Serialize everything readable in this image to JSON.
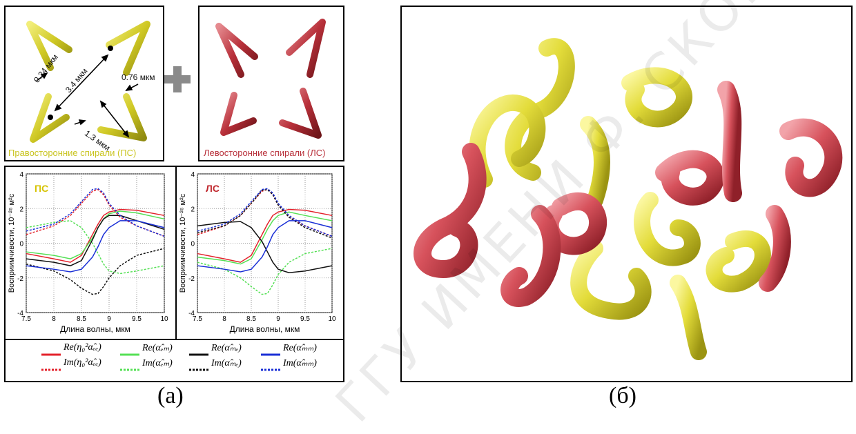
{
  "panel_a": {
    "right_helix_caption": "Правосторонние спирали (ПС)",
    "left_helix_caption": "Левосторонние спирали (ЛС)",
    "dimensions": {
      "d1": "0.24 мкм",
      "d2": "3.4 мкм",
      "d3": "0.76 мкм",
      "d4": "1.3 мкм"
    },
    "helix_colors": {
      "right": "#c9c41f",
      "left": "#b8303a"
    },
    "plus_color": "#8a8a8a"
  },
  "labels": {
    "a": "(а)",
    "b": "(б)"
  },
  "watermark": "ГГУ ИМЕНИ Ф. СКОРИНЫ",
  "legend": {
    "items": [
      {
        "name": "Re(η₀²α̂ₑₑ)",
        "color": "#e3212b",
        "style": "solid"
      },
      {
        "name": "Im(η₀²α̂ₑₑ)",
        "color": "#e3212b",
        "style": "dashed"
      },
      {
        "name": "Re(α̂ₑₘ)",
        "color": "#55e055",
        "style": "solid"
      },
      {
        "name": "Im(α̂ₑₘ)",
        "color": "#55e055",
        "style": "dashed"
      },
      {
        "name": "Re(α̂ₘₑ)",
        "color": "#111111",
        "style": "solid"
      },
      {
        "name": "Im(α̂ₘₑ)",
        "color": "#111111",
        "style": "dashed"
      },
      {
        "name": "Re(α̂ₘₘ)",
        "color": "#1a2fd6",
        "style": "solid"
      },
      {
        "name": "Im(α̂ₘₘ)",
        "color": "#1a2fd6",
        "style": "dashed"
      }
    ]
  },
  "chart_data": [
    {
      "type": "line",
      "tag": "ПС",
      "tag_color": "#d6c300",
      "xlabel": "Длина волны, мкм",
      "ylabel": "Восприимчивости, 10⁻²⁶ м²с",
      "xlim": [
        7.5,
        10
      ],
      "ylim": [
        -4,
        4
      ],
      "xticks": [
        "7.5",
        "8",
        "8.5",
        "9",
        "9.5",
        "10"
      ],
      "yticks": [
        "-4",
        "-2",
        "0",
        "2",
        "4"
      ],
      "grid": "dotted",
      "x": [
        7.5,
        8.0,
        8.3,
        8.5,
        8.7,
        8.8,
        8.9,
        9.0,
        9.2,
        9.5,
        10.0
      ],
      "series": [
        {
          "name": "Re(η₀²α̂ₑₑ)",
          "color": "#e3212b",
          "dash": false,
          "values": [
            -0.6,
            -0.9,
            -1.1,
            -0.7,
            0.5,
            1.1,
            1.6,
            1.8,
            1.95,
            1.9,
            1.6
          ]
        },
        {
          "name": "Im(η₀²α̂ₑₑ)",
          "color": "#e3212b",
          "dash": true,
          "values": [
            0.5,
            1.0,
            1.6,
            2.3,
            3.0,
            3.1,
            2.8,
            2.2,
            1.5,
            1.0,
            0.4
          ]
        },
        {
          "name": "Re(α̂ₑₘ)",
          "color": "#55e055",
          "dash": false,
          "values": [
            -0.5,
            -0.7,
            -0.9,
            -0.6,
            0.3,
            0.9,
            1.4,
            1.7,
            1.85,
            1.75,
            1.4
          ]
        },
        {
          "name": "Im(α̂ₑₘ)",
          "color": "#55e055",
          "dash": true,
          "values": [
            0.9,
            1.2,
            1.3,
            0.9,
            0.0,
            -0.6,
            -1.2,
            -1.6,
            -1.75,
            -1.6,
            -1.3
          ]
        },
        {
          "name": "Re(α̂ₘₑ)",
          "color": "#111111",
          "dash": false,
          "values": [
            -0.9,
            -1.1,
            -1.3,
            -1.0,
            0.2,
            0.9,
            1.4,
            1.6,
            1.6,
            1.3,
            0.8
          ]
        },
        {
          "name": "Im(α̂ₘₑ)",
          "color": "#111111",
          "dash": true,
          "values": [
            -1.2,
            -1.6,
            -2.1,
            -2.6,
            -2.95,
            -2.9,
            -2.5,
            -2.0,
            -1.3,
            -0.7,
            -0.3
          ]
        },
        {
          "name": "Re(α̂ₘₘ)",
          "color": "#1a2fd6",
          "dash": false,
          "values": [
            -1.3,
            -1.5,
            -1.65,
            -1.5,
            -0.8,
            -0.2,
            0.5,
            0.9,
            1.3,
            1.3,
            0.9
          ]
        },
        {
          "name": "Im(α̂ₘₘ)",
          "color": "#1a2fd6",
          "dash": true,
          "values": [
            0.7,
            1.1,
            1.7,
            2.4,
            3.1,
            3.15,
            2.9,
            2.3,
            1.6,
            1.0,
            0.4
          ]
        }
      ]
    },
    {
      "type": "line",
      "tag": "ЛС",
      "tag_color": "#c0272d",
      "xlabel": "Длина волны, мкм",
      "ylabel": "Восприимчивости, 10⁻²⁶ м²с",
      "xlim": [
        7.5,
        10
      ],
      "ylim": [
        -4,
        4
      ],
      "xticks": [
        "7.5",
        "8",
        "8.5",
        "9",
        "9.5",
        "10"
      ],
      "yticks": [
        "-4",
        "-2",
        "0",
        "2",
        "4"
      ],
      "grid": "dotted",
      "x": [
        7.5,
        8.0,
        8.3,
        8.5,
        8.7,
        8.8,
        8.9,
        9.0,
        9.2,
        9.5,
        10.0
      ],
      "series": [
        {
          "name": "Re(η₀²α̂ₑₑ)",
          "color": "#e3212b",
          "dash": false,
          "values": [
            -0.6,
            -0.9,
            -1.1,
            -0.7,
            0.5,
            1.1,
            1.6,
            1.8,
            1.95,
            1.9,
            1.6
          ]
        },
        {
          "name": "Im(η₀²α̂ₑₑ)",
          "color": "#e3212b",
          "dash": true,
          "values": [
            0.5,
            1.0,
            1.6,
            2.3,
            3.0,
            3.1,
            2.8,
            2.2,
            1.5,
            1.0,
            0.4
          ]
        },
        {
          "name": "Re(α̂ₑₘ)",
          "color": "#55e055",
          "dash": false,
          "values": [
            -0.8,
            -1.0,
            -1.2,
            -0.9,
            0.2,
            0.8,
            1.3,
            1.6,
            1.8,
            1.6,
            1.3
          ]
        },
        {
          "name": "Im(α̂ₑₘ)",
          "color": "#55e055",
          "dash": true,
          "values": [
            -1.1,
            -1.5,
            -2.0,
            -2.5,
            -2.95,
            -2.9,
            -2.4,
            -1.8,
            -1.1,
            -0.6,
            -0.3
          ]
        },
        {
          "name": "Re(α̂ₘₑ)",
          "color": "#111111",
          "dash": false,
          "values": [
            1.0,
            1.2,
            1.25,
            0.9,
            0.1,
            -0.5,
            -1.1,
            -1.5,
            -1.7,
            -1.6,
            -1.3
          ]
        },
        {
          "name": "Im(α̂ₘₑ)",
          "color": "#111111",
          "dash": true,
          "values": [
            0.6,
            1.0,
            1.6,
            2.3,
            3.05,
            3.1,
            2.8,
            2.2,
            1.5,
            0.9,
            0.3
          ]
        },
        {
          "name": "Re(α̂ₘₘ)",
          "color": "#1a2fd6",
          "dash": false,
          "values": [
            -1.3,
            -1.5,
            -1.65,
            -1.5,
            -0.8,
            -0.2,
            0.5,
            0.9,
            1.3,
            1.3,
            0.9
          ]
        },
        {
          "name": "Im(α̂ₘₘ)",
          "color": "#1a2fd6",
          "dash": true,
          "values": [
            0.7,
            1.1,
            1.7,
            2.4,
            3.1,
            3.15,
            2.9,
            2.3,
            1.6,
            1.0,
            0.4
          ]
        }
      ]
    }
  ]
}
